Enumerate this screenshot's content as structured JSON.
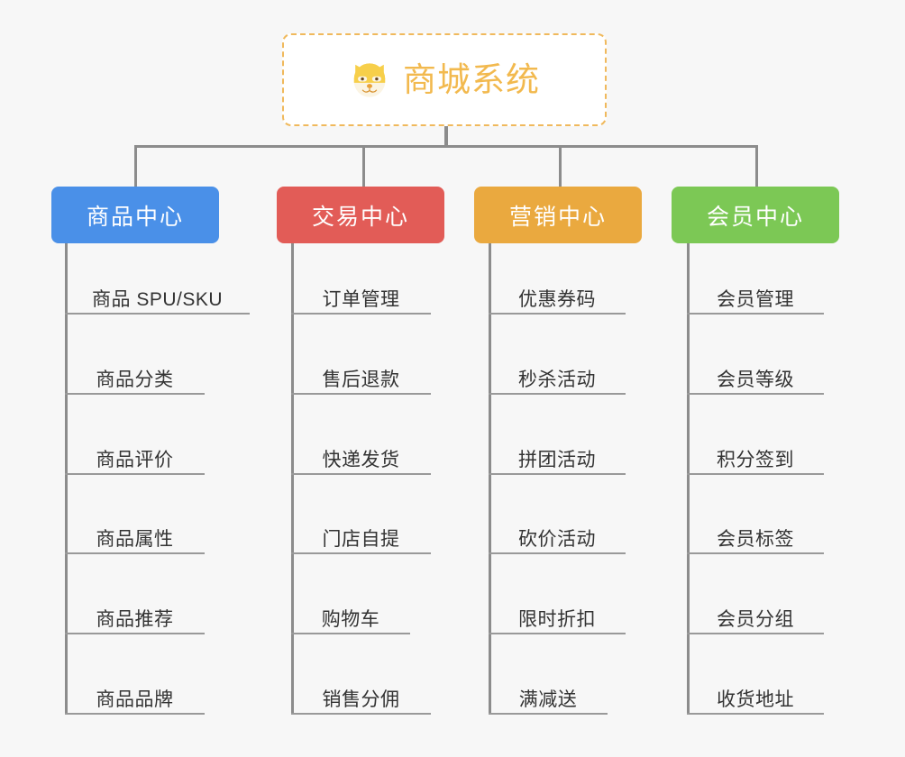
{
  "diagram": {
    "background_color": "#f7f7f7",
    "connector_color": "#8c8c8c",
    "root": {
      "title": "商城系统",
      "emoji_name": "shiba-dog-face-emoji",
      "border_color": "#f0b95c",
      "text_color": "#f2b94e",
      "background_color": "#ffffff"
    },
    "branches": [
      {
        "label": "商品中心",
        "color": "#4a90e8",
        "items": [
          {
            "label": "商品 SPU/SKU"
          },
          {
            "label": "商品分类"
          },
          {
            "label": "商品评价"
          },
          {
            "label": "商品属性"
          },
          {
            "label": "商品推荐"
          },
          {
            "label": "商品品牌"
          }
        ]
      },
      {
        "label": "交易中心",
        "color": "#e25c57",
        "items": [
          {
            "label": "订单管理"
          },
          {
            "label": "售后退款"
          },
          {
            "label": "快递发货"
          },
          {
            "label": "门店自提"
          },
          {
            "label": "购物车"
          },
          {
            "label": "销售分佣"
          }
        ]
      },
      {
        "label": "营销中心",
        "color": "#eaa93f",
        "items": [
          {
            "label": "优惠券码"
          },
          {
            "label": "秒杀活动"
          },
          {
            "label": "拼团活动"
          },
          {
            "label": "砍价活动"
          },
          {
            "label": "限时折扣"
          },
          {
            "label": "满减送"
          }
        ]
      },
      {
        "label": "会员中心",
        "color": "#7cc855",
        "items": [
          {
            "label": "会员管理"
          },
          {
            "label": "会员等级"
          },
          {
            "label": "积分签到"
          },
          {
            "label": "会员标签"
          },
          {
            "label": "会员分组"
          },
          {
            "label": "收货地址"
          }
        ]
      }
    ]
  }
}
